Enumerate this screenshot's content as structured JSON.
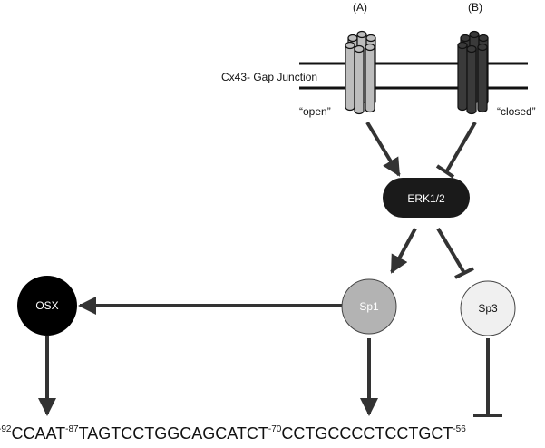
{
  "labels": {
    "a": "(A)",
    "b": "(B)",
    "gap_junction": "Cx43- Gap Junction",
    "open": "“open”",
    "closed": "“closed”"
  },
  "nodes": {
    "erk": "ERK1/2",
    "osx": "OSX",
    "sp1": "Sp1",
    "sp3": "Sp3"
  },
  "colors": {
    "osx_fill": "#000000",
    "erk_fill": "#1a1a1a",
    "sp1_fill": "#b3b3b3",
    "sp3_fill": "#f0f0f0",
    "channel_open": "#bdbdbd",
    "channel_closed": "#3a3a3a"
  },
  "sequence": [
    {
      "sup": "-92",
      "text": "CCAAT"
    },
    {
      "sup": "-87",
      "text": "TAGTCCTGGCAGCATCT"
    },
    {
      "sup": "-70",
      "text": "CCTGCCCCTCCTGCT"
    },
    {
      "sup": "-56",
      "text": ""
    }
  ]
}
